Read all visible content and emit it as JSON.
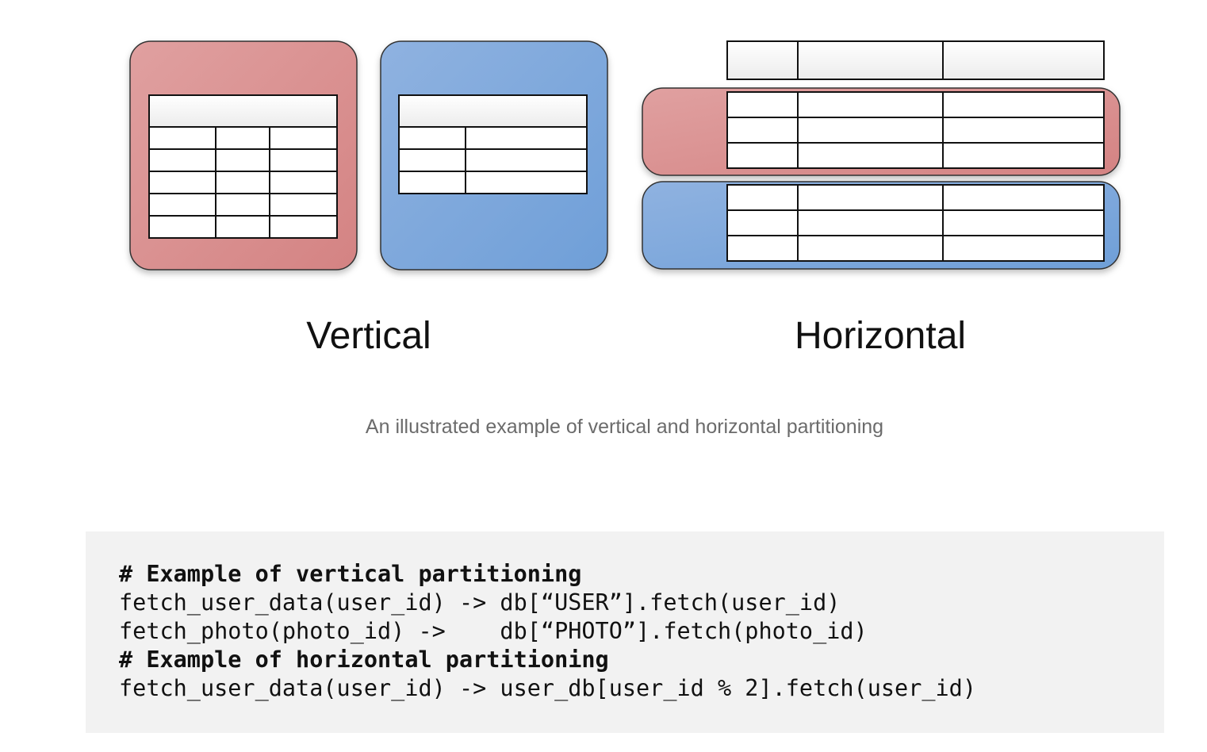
{
  "figure": {
    "labels": {
      "vertical": "Vertical",
      "horizontal": "Horizontal"
    },
    "colors": {
      "red_partition": "#d98a8a",
      "blue_partition": "#7ba6da",
      "table_border": "#111111",
      "table_fill": "#ffffff"
    }
  },
  "caption": "An illustrated example of vertical and horizontal partitioning",
  "code": {
    "lines": [
      "# Example of vertical partitioning",
      "fetch_user_data(user_id) -> db[“USER”].fetch(user_id)",
      "fetch_photo(photo_id) ->    db[“PHOTO”].fetch(photo_id)",
      "# Example of horizontal partitioning",
      "fetch_user_data(user_id) -> user_db[user_id % 2].fetch(user_id)"
    ]
  }
}
